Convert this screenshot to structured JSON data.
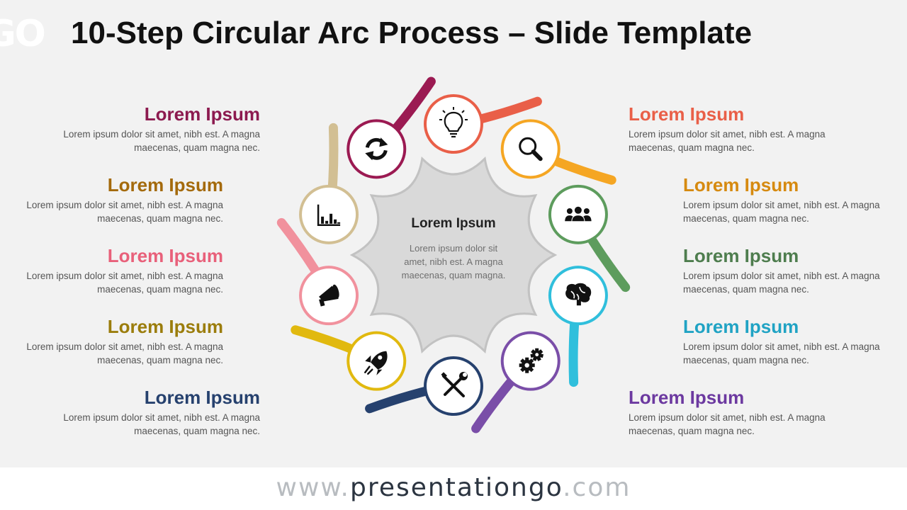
{
  "title": "10-Step Circular Arc Process – Slide Template",
  "logo": "GO",
  "center": {
    "title": "Lorem Ipsum",
    "body": "Lorem ipsum dolor sit amet, nibh est. A magna maecenas, quam magna."
  },
  "steps": [
    {
      "icon": "lightbulb-icon",
      "color": "#e95f48"
    },
    {
      "icon": "magnifier-icon",
      "color": "#f5a623"
    },
    {
      "icon": "people-group-icon",
      "color": "#5d9c5d"
    },
    {
      "icon": "brain-icon",
      "color": "#30bfdc"
    },
    {
      "icon": "gears-icon",
      "color": "#7a4ea8"
    },
    {
      "icon": "tools-icon",
      "color": "#26416e"
    },
    {
      "icon": "rocket-icon",
      "color": "#e1b90f"
    },
    {
      "icon": "megaphone-icon",
      "color": "#f1919d"
    },
    {
      "icon": "bar-chart-icon",
      "color": "#d2bf93"
    },
    {
      "icon": "refresh-icon",
      "color": "#9b1a52"
    }
  ],
  "left_items": [
    {
      "title": "Lorem Ipsum",
      "body": "Lorem ipsum dolor sit amet, nibh est. A magna maecenas, quam magna nec.",
      "color": "#8c1a4f"
    },
    {
      "title": "Lorem Ipsum",
      "body": "Lorem ipsum dolor sit amet, nibh est. A magna maecenas, quam magna nec.",
      "color": "#a46a0c"
    },
    {
      "title": "Lorem Ipsum",
      "body": "Lorem ipsum dolor sit amet, nibh est. A magna maecenas, quam magna nec.",
      "color": "#e8607a"
    },
    {
      "title": "Lorem Ipsum",
      "body": "Lorem ipsum dolor sit amet, nibh est. A magna maecenas, quam magna nec.",
      "color": "#9b7d0c"
    },
    {
      "title": "Lorem Ipsum",
      "body": "Lorem ipsum dolor sit amet, nibh est. A magna maecenas, quam magna nec.",
      "color": "#26416e"
    }
  ],
  "right_items": [
    {
      "title": "Lorem Ipsum",
      "body": "Lorem ipsum dolor sit amet, nibh est. A magna maecenas, quam magna nec.",
      "color": "#e95f48"
    },
    {
      "title": "Lorem Ipsum",
      "body": "Lorem ipsum dolor sit amet, nibh est. A magna maecenas, quam magna nec.",
      "color": "#d68a10"
    },
    {
      "title": "Lorem Ipsum",
      "body": "Lorem ipsum dolor sit amet, nibh est. A magna maecenas, quam magna nec.",
      "color": "#4e7d4e"
    },
    {
      "title": "Lorem Ipsum",
      "body": "Lorem ipsum dolor sit amet, nibh est. A magna maecenas, quam magna nec.",
      "color": "#20a3c4"
    },
    {
      "title": "Lorem Ipsum",
      "body": "Lorem ipsum dolor sit amet, nibh est. A magna maecenas, quam magna nec.",
      "color": "#6c39a0"
    }
  ],
  "footer": {
    "prefix": "www.",
    "brand": "presentationgo",
    "suffix": ".com"
  }
}
